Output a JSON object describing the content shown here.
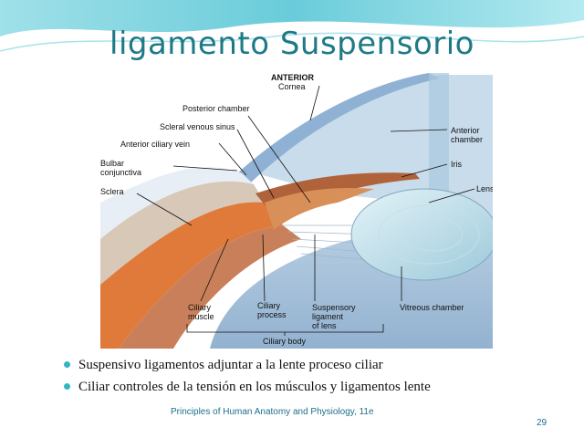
{
  "slide": {
    "title": "ligamento Suspensorio",
    "bullets": [
      "Suspensivo ligamentos adjuntar a la lente proceso ciliar",
      "Ciliar controles de la tensión en los músculos y ligamentos lente"
    ],
    "footer_source": "Principles of Human Anatomy and Physiology, 11e",
    "page_number": "29",
    "theme_colors": {
      "title": "#1e7a86",
      "bullet": "#33b5c4",
      "header_wave": "#4fc3d3"
    }
  },
  "figure": {
    "labels": {
      "anterior": "ANTERIOR",
      "cornea": "Cornea",
      "posterior_chamber": "Posterior chamber",
      "scleral_venous_sinus": "Scleral venous sinus",
      "anterior_ciliary_vein": "Anterior ciliary vein",
      "bulbar_conjunctiva_1": "Bulbar",
      "bulbar_conjunctiva_2": "conjunctiva",
      "sclera": "Sclera",
      "anterior_chamber_1": "Anterior",
      "anterior_chamber_2": "chamber",
      "iris": "Iris",
      "lens": "Lens",
      "ciliary_muscle_1": "Ciliary",
      "ciliary_muscle_2": "muscle",
      "ciliary_process_1": "Ciliary",
      "ciliary_process_2": "process",
      "suspensory_ligament_1": "Suspensory",
      "suspensory_ligament_2": "ligament",
      "suspensory_ligament_3": "of lens",
      "vitreous_chamber": "Vitreous chamber",
      "ciliary_body": "Ciliary body"
    }
  }
}
